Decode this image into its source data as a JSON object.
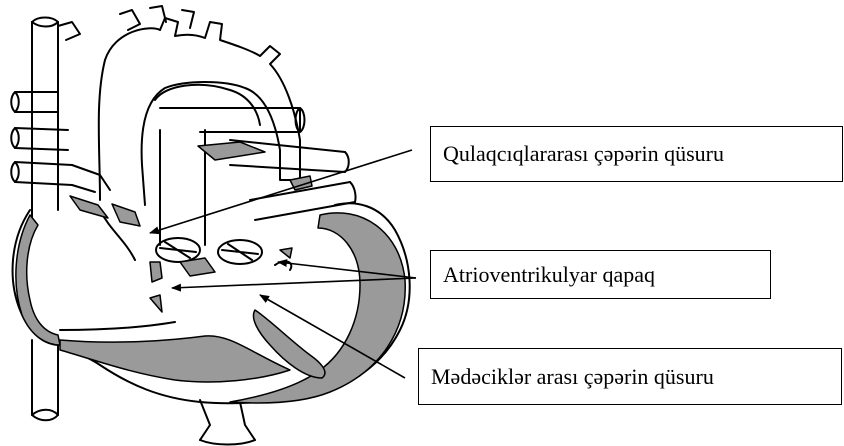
{
  "labels": {
    "asd": "Qulaqcıqlararası çəpərin qüsuru",
    "av_valve": "Atrioventrikulyar qapaq",
    "vsd": "Mədəciklər arası çəpərin qüsuru"
  },
  "colors": {
    "line": "#000000",
    "muscle_fill": "#9a9a9a",
    "background": "#ffffff"
  }
}
